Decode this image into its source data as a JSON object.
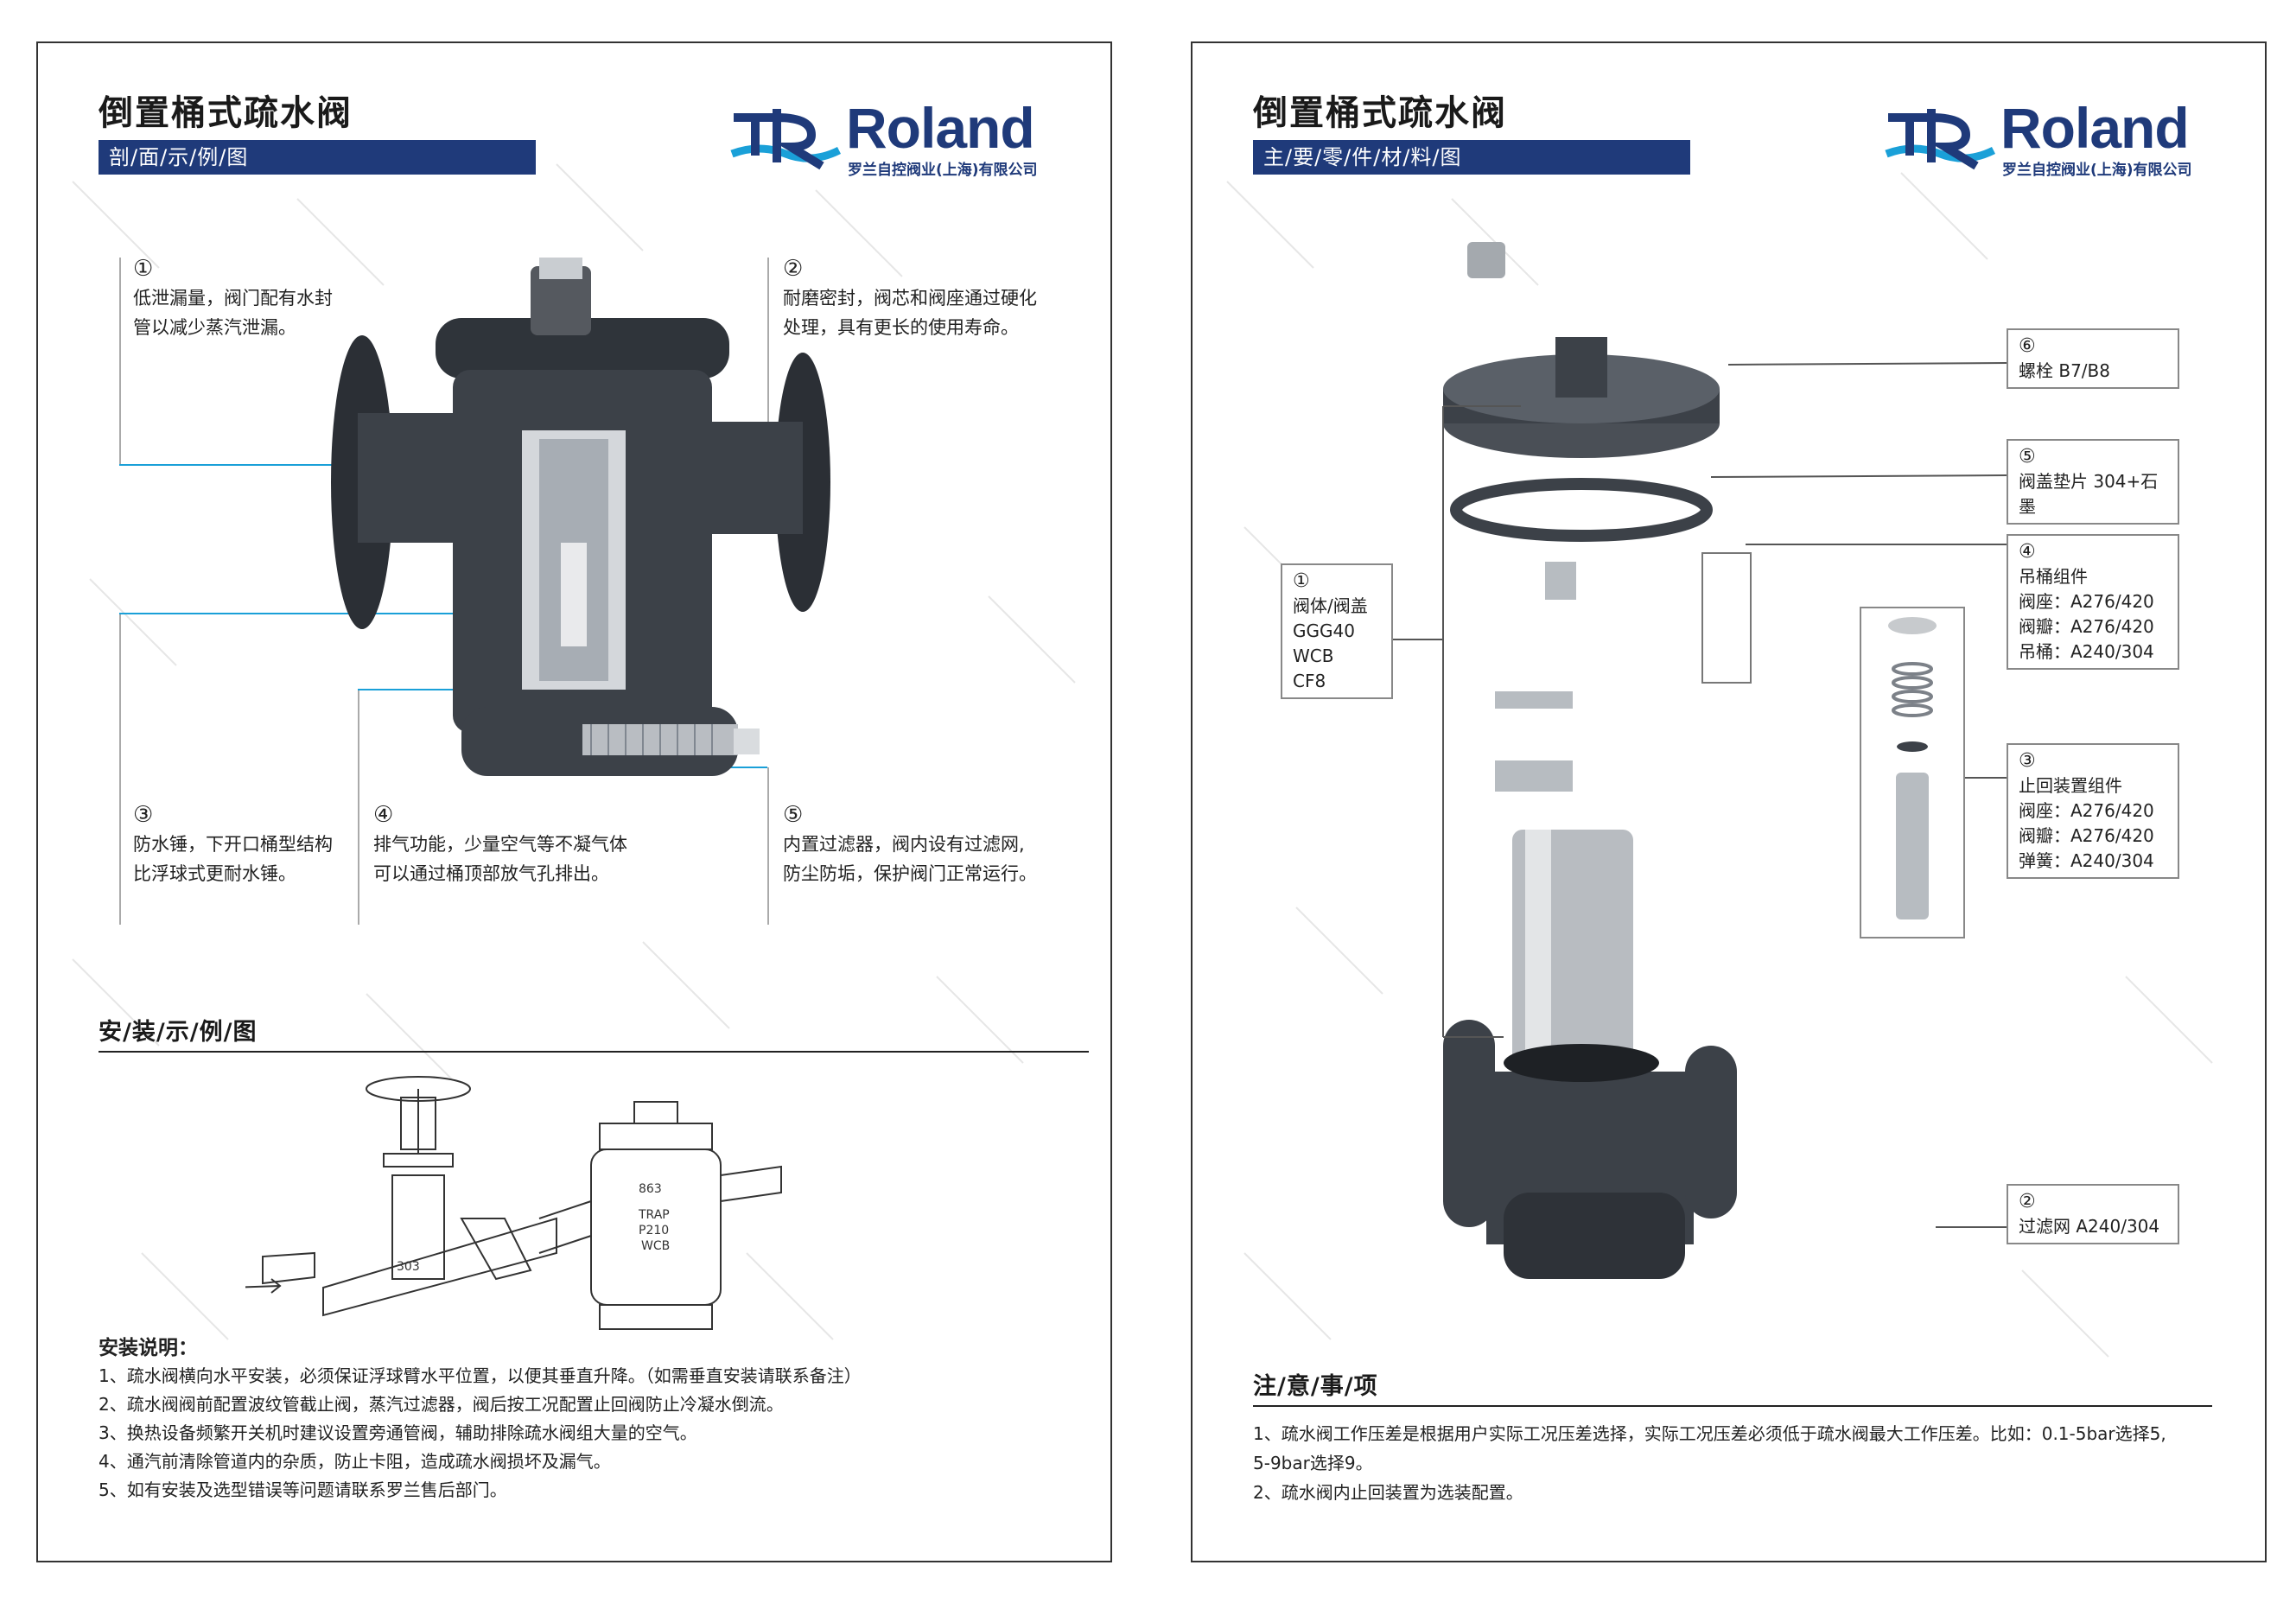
{
  "left_page": {
    "title": "倒置桶式疏水阀",
    "subtitle": "剖/面/示/例/图",
    "logo": {
      "word": "Roland",
      "company": "罗兰自控阀业(上海)有限公司"
    },
    "callouts": [
      {
        "num": "①",
        "line1": "低泄漏量，阀门配有水封",
        "line2": "管以减少蒸汽泄漏。"
      },
      {
        "num": "②",
        "line1": "耐磨密封，阀芯和阀座通过硬化",
        "line2": "处理，具有更长的使用寿命。"
      },
      {
        "num": "③",
        "line1": "防水锤，下开口桶型结构",
        "line2": "比浮球式更耐水锤。"
      },
      {
        "num": "④",
        "line1": "排气功能，少量空气等不凝气体",
        "line2": "可以通过桶顶部放气孔排出。"
      },
      {
        "num": "⑤",
        "line1": "内置过滤器，阀内设有过滤网,",
        "line2": "防尘防垢，保护阀门正常运行。"
      }
    ],
    "install_section_title": "安/装/示/例/图",
    "install_diagram_labels": [
      "303",
      "863",
      "TRAP",
      "P210",
      "WCB"
    ],
    "install_notes_title": "安装说明：",
    "install_notes": [
      "1、疏水阀横向水平安装，必须保证浮球臂水平位置，以便其垂直升降。（如需垂直安装请联系备注）",
      "2、疏水阀阀前配置波纹管截止阀，蒸汽过滤器，阀后按工况配置止回阀防止冷凝水倒流。",
      "3、换热设备频繁开关机时建议设置旁通管阀，辅助排除疏水阀组大量的空气。",
      "4、通汽前清除管道内的杂质，防止卡阻，造成疏水阀损坏及漏气。",
      "5、如有安装及选型错误等问题请联系罗兰售后部门。"
    ]
  },
  "right_page": {
    "title": "倒置桶式疏水阀",
    "subtitle": "主/要/零/件/材/料/图",
    "logo": {
      "word": "Roland",
      "company": "罗兰自控阀业(上海)有限公司"
    },
    "parts": [
      {
        "num": "⑥",
        "lines": [
          "螺栓 B7/B8"
        ]
      },
      {
        "num": "⑤",
        "lines": [
          "阀盖垫片 304+石墨"
        ]
      },
      {
        "num": "④",
        "lines": [
          "吊桶组件",
          "阀座：A276/420",
          "阀瓣：A276/420",
          "吊桶：A240/304"
        ]
      },
      {
        "num": "①",
        "lines": [
          "阀体/阀盖",
          "GGG40",
          "WCB",
          "CF8"
        ]
      },
      {
        "num": "③",
        "lines": [
          "止回装置组件",
          "阀座：A276/420",
          "阀瓣：A276/420",
          "弹簧：A240/304"
        ]
      },
      {
        "num": "②",
        "lines": [
          "过滤网 A240/304"
        ]
      }
    ],
    "notes_title": "注/意/事/项",
    "notes": [
      "1、疏水阀工作压差是根据用户实际工况压差选择，实际工况压差必须低于疏水阀最大工作压差。比如：0.1-5bar选择5,",
      "5-9bar选择9。",
      "2、疏水阀内止回装置为选装配置。"
    ]
  },
  "colors": {
    "brand_navy": "#1f3a7a",
    "brand_cyan": "#1aa0d8",
    "body_metal": "#3c4148"
  }
}
